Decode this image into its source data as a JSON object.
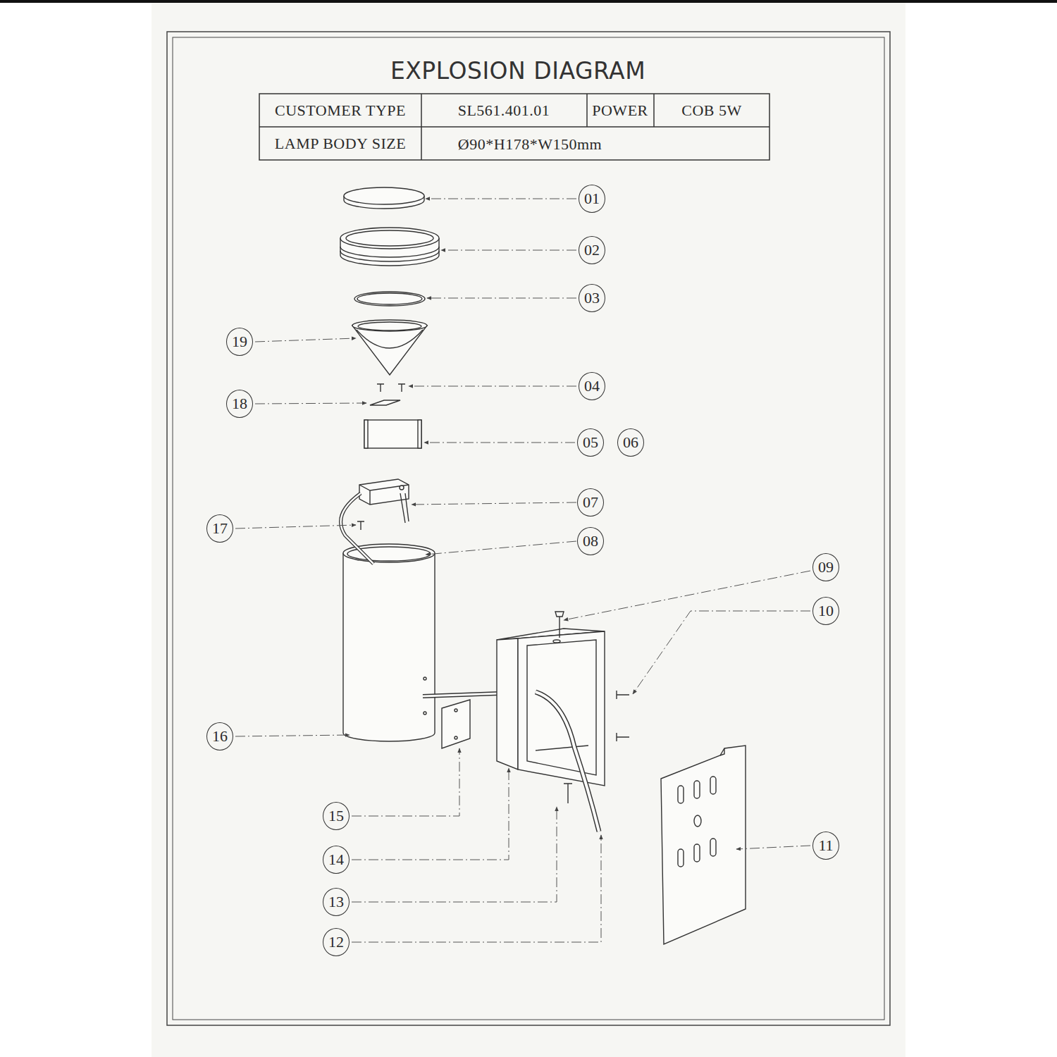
{
  "diagram": {
    "title": "EXPLOSION DIAGRAM",
    "labels": [
      "CUSTOMER TYPE",
      "SL561.401.01",
      "POWER",
      "COB 5W",
      "LAMP BODY SIZE",
      "Ø90*H178*W150mm",
      "01",
      "02",
      "03",
      "19",
      "04",
      "18",
      "05",
      "06",
      "07",
      "17",
      "08",
      "09",
      "10",
      "16",
      "15",
      "14",
      "13",
      "12",
      "11"
    ]
  }
}
